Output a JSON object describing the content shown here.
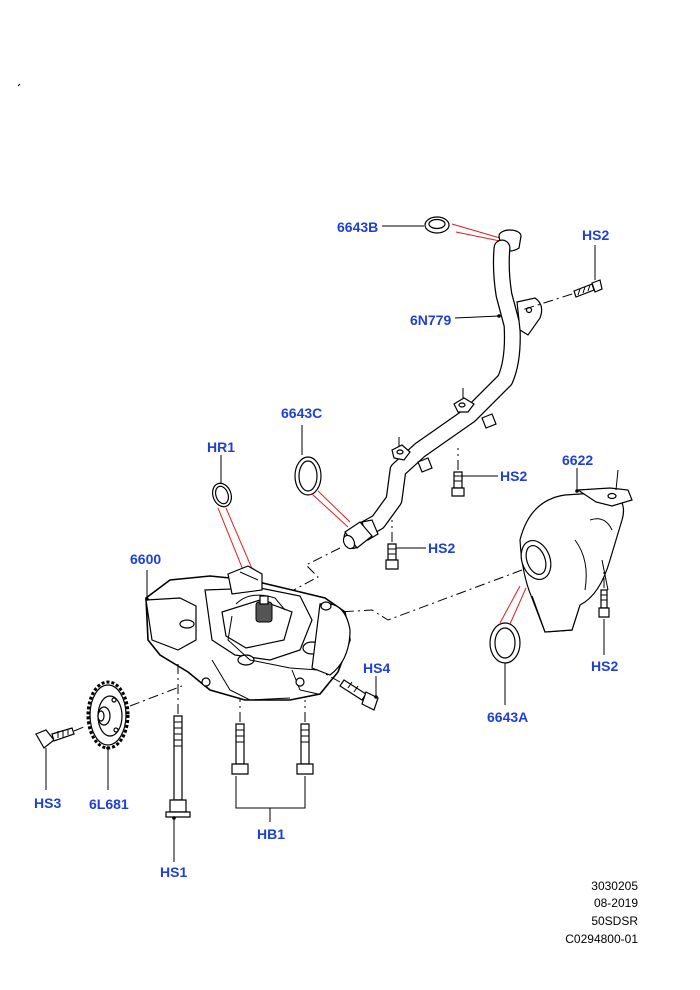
{
  "callouts": {
    "c6643B": "6643B",
    "hs2_top": "HS2",
    "c6N779": "6N779",
    "c6643C": "6643C",
    "hr1": "HR1",
    "hs2_mid": "HS2",
    "c6622": "6622",
    "hs2_pipe": "HS2",
    "c6600": "6600",
    "hs4": "HS4",
    "hs2_right": "HS2",
    "c6643A": "6643A",
    "hs3": "HS3",
    "c6L681": "6L681",
    "hb1": "HB1",
    "hs1": "HS1"
  },
  "metadata": {
    "ref_number": "3030205",
    "date": "08-2019",
    "model_code": "50SDSR",
    "illustration_code": "C0294800-01"
  },
  "colors": {
    "callout_text": "#1f3fd6",
    "leader_red": "#e02020",
    "line": "#000000"
  }
}
